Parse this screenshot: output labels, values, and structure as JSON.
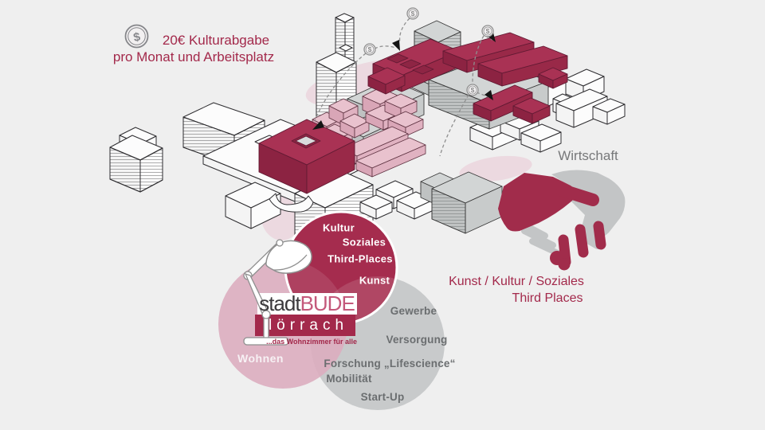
{
  "slide": {
    "background": "#efefef"
  },
  "colors": {
    "accent_red": "#a3294b",
    "building_red_top": "#a93254",
    "building_red_side": "#8c2342",
    "building_pink": "#e9c2ce",
    "building_gray": "#d2d5d5",
    "circle_red": "#a52c4e",
    "circle_pink": "#dcadbf",
    "circle_gray": "#c3c5c6",
    "text_gray": "#77787a",
    "ground_blob": "#ecd9e0"
  },
  "icons": {
    "coin_symbol": "$"
  },
  "kulturabgabe": {
    "line1": "20€ Kulturabgabe",
    "line2": "pro Monat und Arbeitsplatz"
  },
  "economy_side": {
    "title": "Wirtschaft",
    "caption1": "Kunst / Kultur / Soziales",
    "caption2": "Third Places"
  },
  "venn": {
    "culture": {
      "labels": [
        "Kultur",
        "Soziales",
        "Third-Places",
        "Kunst"
      ]
    },
    "living": {
      "label": "Wohnen"
    },
    "economy": {
      "labels": [
        "Gewerbe",
        "Versorgung",
        "Forschung „Lifescience“",
        "Mobilität",
        "Start-Up"
      ]
    }
  },
  "logo": {
    "part1": "stadt",
    "part2": "BUDE",
    "city": "lörrach",
    "tagline": "...das Wohnzimmer für alle"
  }
}
